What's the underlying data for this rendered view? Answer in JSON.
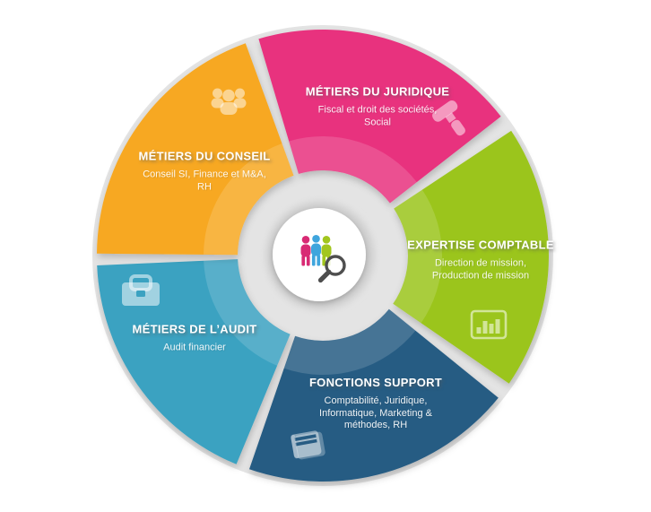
{
  "wheel": {
    "background_color": "#FFFFFF",
    "ring_color": "#E4E4E4",
    "center": {
      "icon": "people-search",
      "people_colors": [
        "#D82A74",
        "#3FA5DD",
        "#A2C61E"
      ],
      "magnifier_color": "#4E4E4E"
    },
    "segments": [
      {
        "id": "juridique",
        "title": "MÉTIERS DU JURIDIQUE",
        "subtitle_lines": [
          "Fiscal et droit des sociétés,",
          "Social"
        ],
        "color": "#E8327E",
        "icon": "gavel-icon",
        "arc_start_deg": 343.5,
        "arc_end_deg": 412
      },
      {
        "id": "comptable",
        "title": "EXPERTISE COMPTABLE",
        "subtitle_lines": [
          "Direction de mission,",
          "Production de mission"
        ],
        "color": "#9BC51D",
        "icon": "bar-chart-icon",
        "arc_start_deg": 56.5,
        "arc_end_deg": 124.5
      },
      {
        "id": "support",
        "title": "FONCTIONS SUPPORT",
        "subtitle_lines": [
          "Comptabilité, Juridique,",
          "Informatique, Marketing &",
          "méthodes, RH"
        ],
        "color": "#275C83",
        "icon": "book-icon",
        "arc_start_deg": 129,
        "arc_end_deg": 199
      },
      {
        "id": "audit",
        "title": "MÉTIERS DE L’AUDIT",
        "subtitle_lines": [
          "Audit financier"
        ],
        "color": "#3BA2C1",
        "icon": "briefcase-icon",
        "arc_start_deg": 202.5,
        "arc_end_deg": 267.5
      },
      {
        "id": "conseil",
        "title": "MÉTIERS DU CONSEIL",
        "subtitle_lines": [
          "Conseil SI, Finance et M&A,",
          "RH"
        ],
        "color": "#F7A823",
        "icon": "people-icon",
        "arc_start_deg": 270.5,
        "arc_end_deg": 340
      }
    ]
  }
}
